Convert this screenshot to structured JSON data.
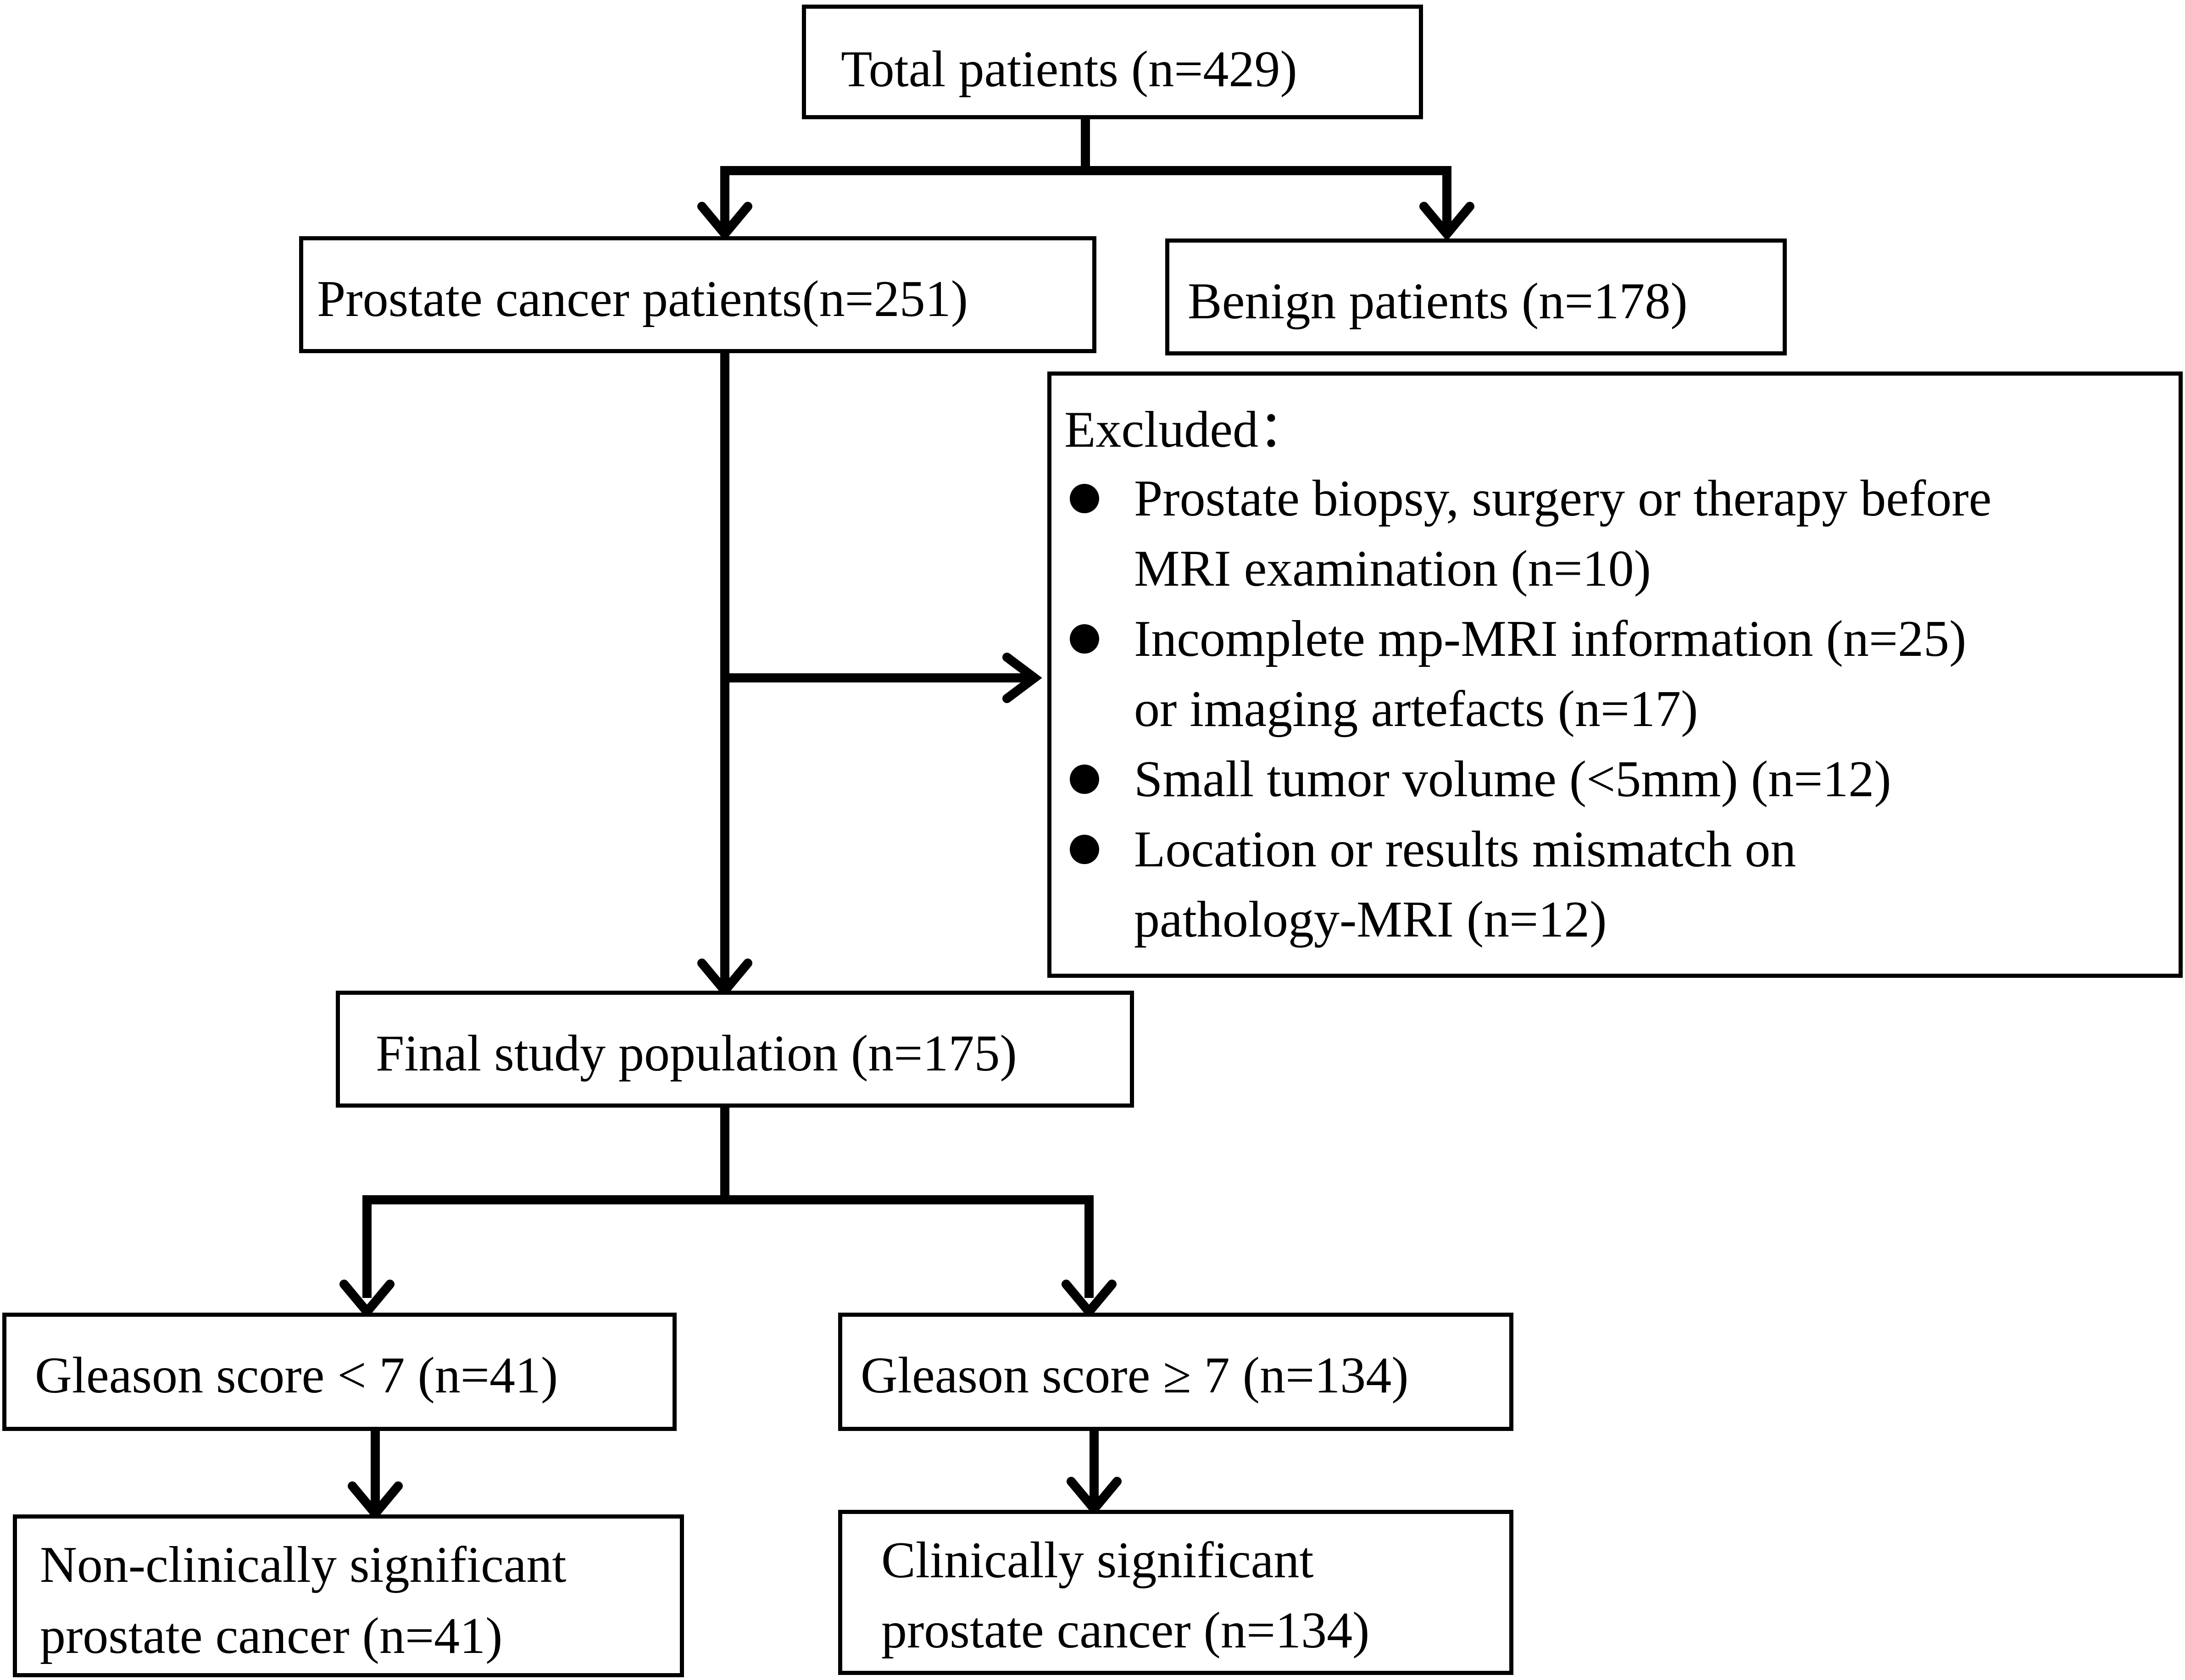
{
  "flowchart": {
    "total": "Total patients (n=429)",
    "cancer": "Prostate cancer patients(n=251)",
    "benign": "Benign patients (n=178)",
    "excluded": {
      "title": "Excluded：",
      "items": [
        {
          "line1": "Prostate biopsy, surgery or therapy before",
          "line2": "MRI examination (n=10)"
        },
        {
          "line1": "Incomplete mp-MRI information (n=25)",
          "line2": "or imaging artefacts (n=17)"
        },
        {
          "line1": "Small tumor volume (<5mm) (n=12)",
          "line2": ""
        },
        {
          "line1": "Location or results mismatch on",
          "line2": "pathology-MRI (n=12)"
        }
      ]
    },
    "final": "Final study population (n=175)",
    "gleason_low": "Gleason score < 7 (n=41)",
    "gleason_high": "Gleason score ≥ 7 (n=134)",
    "nonsig": {
      "line1": "Non-clinically significant",
      "line2": "prostate cancer (n=41)"
    },
    "sig": {
      "line1": "Clinically significant",
      "line2": "prostate cancer (n=134)"
    }
  }
}
